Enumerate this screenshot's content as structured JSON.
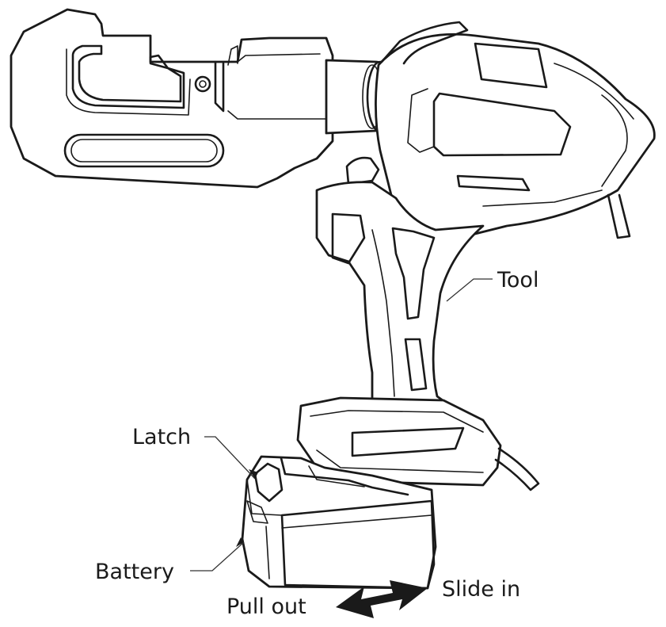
{
  "labels": {
    "tool": "Tool",
    "latch": "Latch",
    "battery": "Battery",
    "pull_out": "Pull out",
    "slide_in": "Slide in"
  },
  "colors": {
    "line": "#1a1a1a",
    "arrow": "#1a1a1a",
    "background": "#ffffff"
  }
}
